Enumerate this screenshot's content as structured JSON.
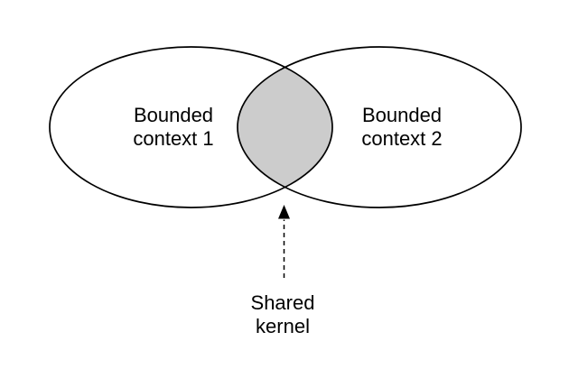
{
  "diagram": {
    "left_ellipse_label": "Bounded\ncontext 1",
    "right_ellipse_label": "Bounded\ncontext 2",
    "arrow_label": "Shared\nkernel"
  },
  "colors": {
    "stroke": "#000000",
    "intersection_fill": "#cccccc",
    "background": "#ffffff",
    "text": "#000000"
  }
}
